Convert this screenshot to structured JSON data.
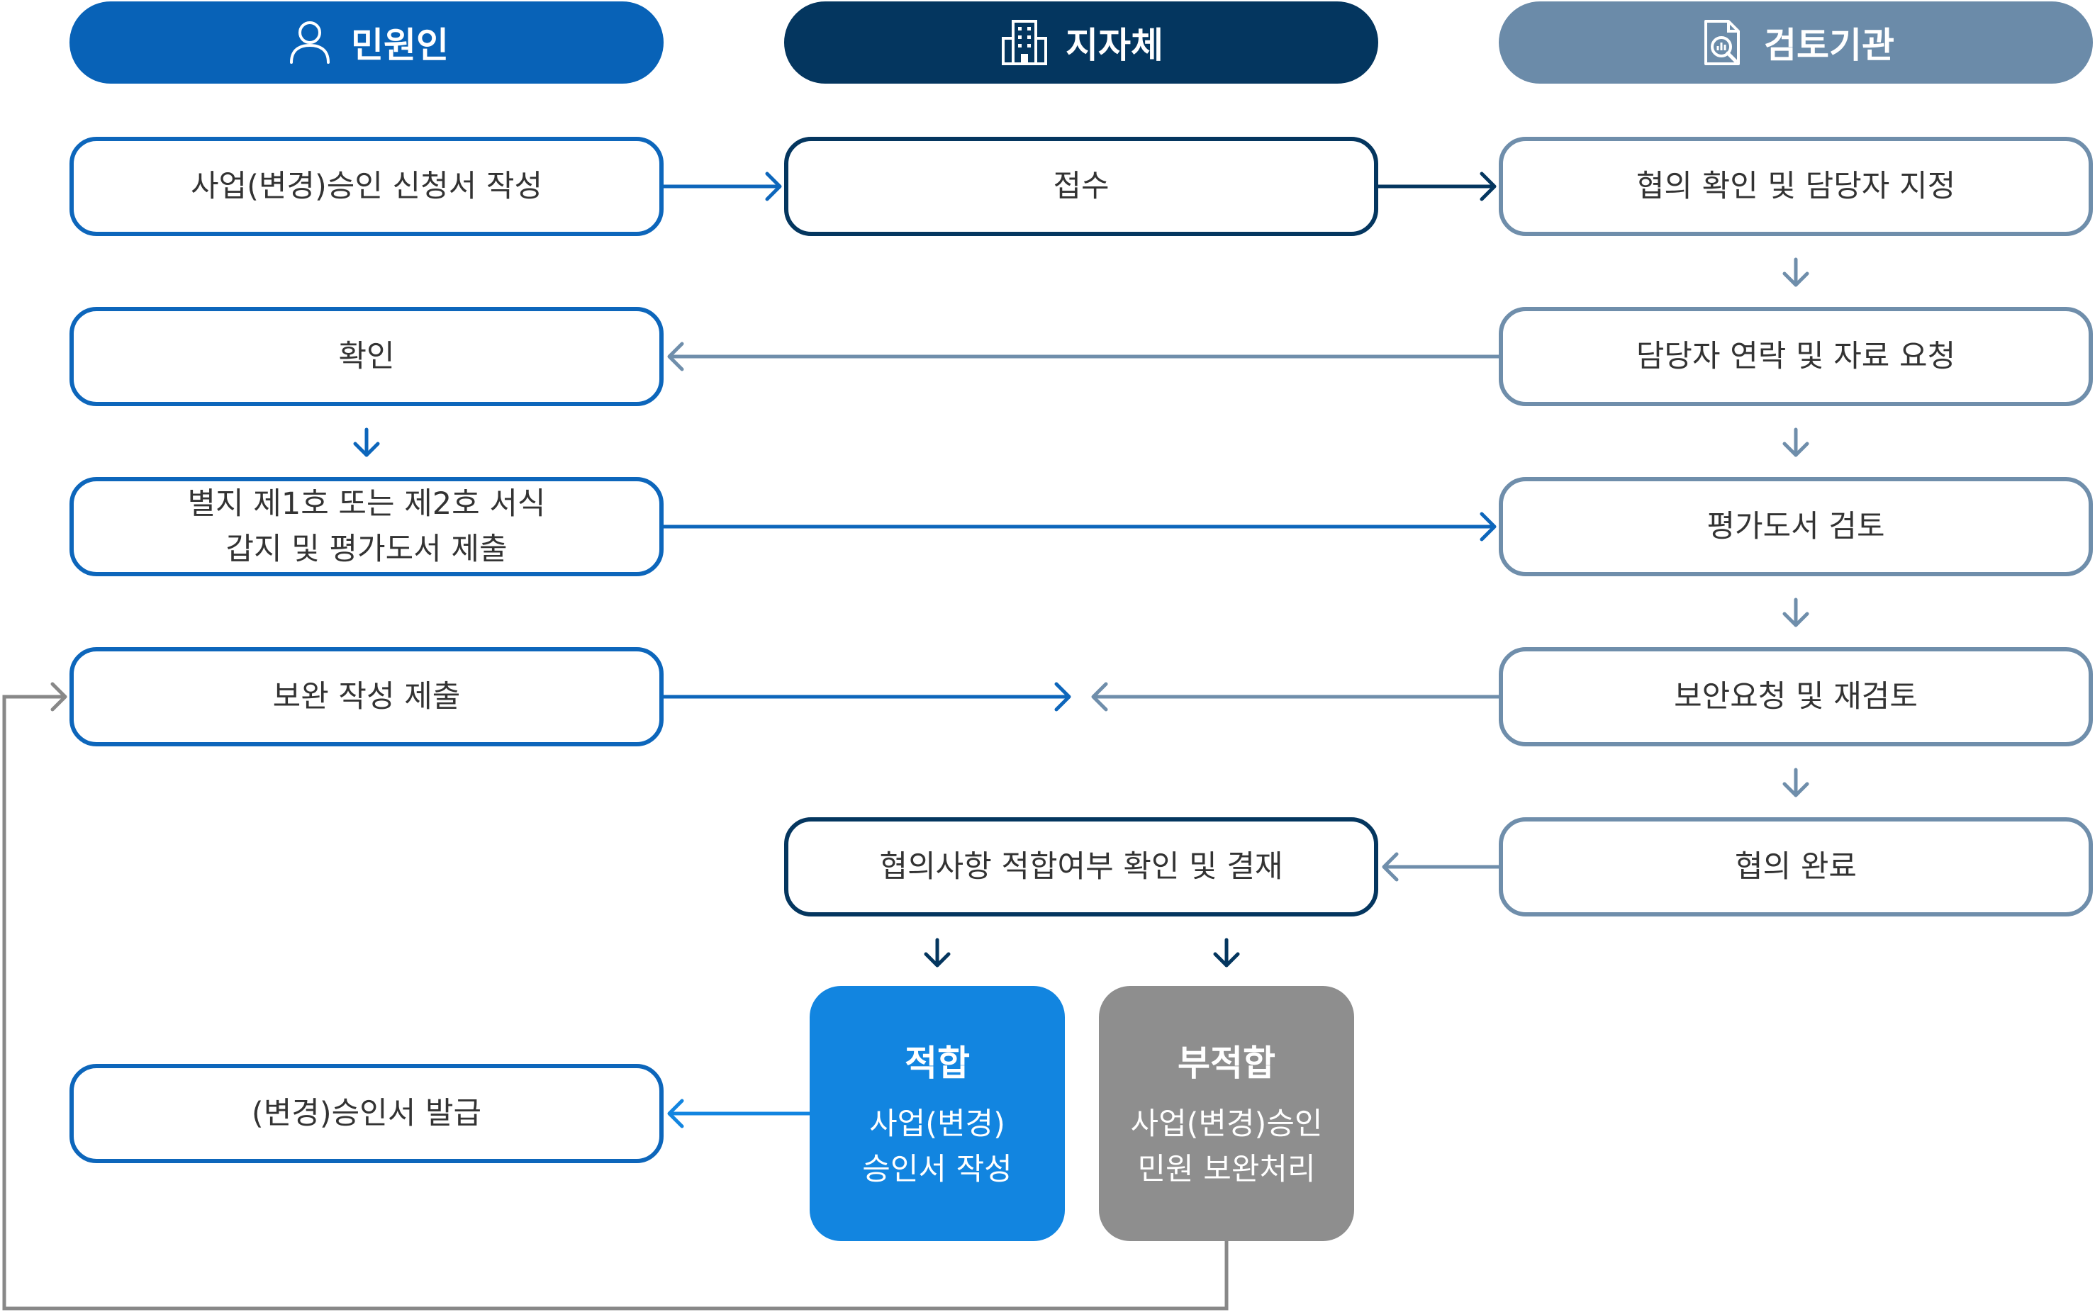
{
  "lanes": {
    "applicant": "민원인",
    "local_gov": "지자체",
    "review_agency": "검토기관"
  },
  "icons": {
    "applicant": "person-icon",
    "local_gov": "building-icon",
    "review_agency": "document-analysis-icon"
  },
  "steps": {
    "application": "사업(변경)승인 신청서 작성",
    "reception": "접수",
    "assign": "협의 확인 및 담당자 지정",
    "confirm": "확인",
    "contact": "담당자 연락 및 자료 요청",
    "submit_line1": "별지 제1호 또는 제2호 서식",
    "submit_line2": "갑지 및 평가도서 제출",
    "review": "평가도서 검토",
    "supplement_submit": "보완 작성 제출",
    "supplement_request": "보안요청 및 재검토",
    "consult_check": "협의사항 적합여부 확인 및 결재",
    "consult_done": "협의 완료",
    "issue": "(변경)승인서 발급"
  },
  "results": {
    "pass": {
      "title": "적합",
      "line1": "사업(변경)",
      "line2": "승인서 작성"
    },
    "fail": {
      "title": "부적합",
      "line1": "사업(변경)승인",
      "line2": "민원 보완처리"
    }
  },
  "colors": {
    "applicant": "#0862b7",
    "local_gov": "#04365f",
    "review_agency": "#6b8ba9",
    "pass": "#1285e0",
    "fail": "#8e8e8e",
    "return_line": "#888888"
  }
}
